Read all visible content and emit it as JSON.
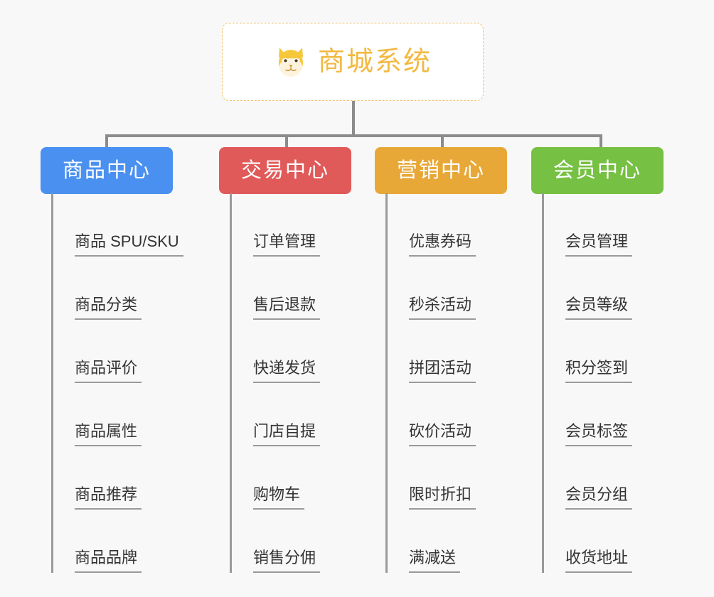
{
  "diagram": {
    "background_color": "#f8f8f8",
    "connector_color": "#8c8c8c",
    "leaf_line_color": "#9a9a9a",
    "root": {
      "title": "商城系统",
      "icon": "shiba-dog-face-icon",
      "text_color": "#f2b940",
      "border_color": "#f0c36d",
      "fill_color": "#ffffff"
    },
    "branches": [
      {
        "id": "product-center",
        "label": "商品中心",
        "color": "#4a90f0",
        "items": [
          "商品 SPU/SKU",
          "商品分类",
          "商品评价",
          "商品属性",
          "商品推荐",
          "商品品牌"
        ]
      },
      {
        "id": "trade-center",
        "label": "交易中心",
        "color": "#e15a5a",
        "items": [
          "订单管理",
          "售后退款",
          "快递发货",
          "门店自提",
          "购物车",
          "销售分佣"
        ]
      },
      {
        "id": "marketing-center",
        "label": "营销中心",
        "color": "#e8a838",
        "items": [
          "优惠券码",
          "秒杀活动",
          "拼团活动",
          "砍价活动",
          "限时折扣",
          "满减送"
        ]
      },
      {
        "id": "member-center",
        "label": "会员中心",
        "color": "#76c043",
        "items": [
          "会员管理",
          "会员等级",
          "积分签到",
          "会员标签",
          "会员分组",
          "收货地址"
        ]
      }
    ]
  }
}
